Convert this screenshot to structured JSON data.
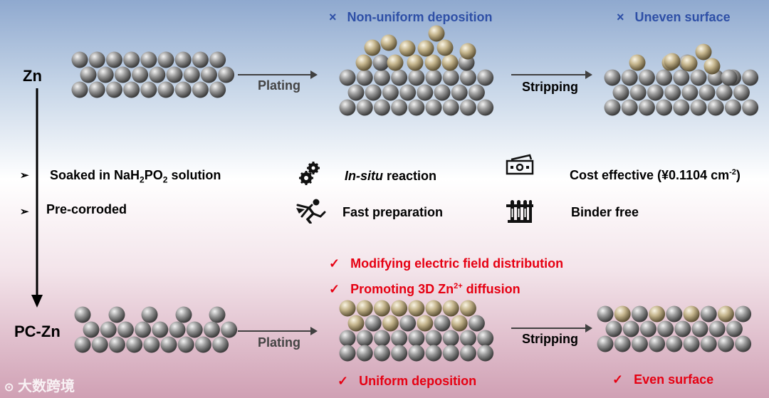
{
  "labels": {
    "zn": "Zn",
    "pc_zn": "PC-Zn",
    "plating_top": "Plating",
    "stripping_top": "Stripping",
    "plating_bottom": "Plating",
    "stripping_bottom": "Stripping"
  },
  "problems": {
    "mark": "×",
    "nonuniform": "Non-uniform deposition",
    "uneven": "Uneven surface"
  },
  "steps": {
    "bullet": "➢",
    "soaked_prefix": "Soaked in NaH",
    "soaked_sub1": "2",
    "soaked_mid": "PO",
    "soaked_sub2": "2",
    "soaked_suffix": " solution",
    "precorroded": "Pre-corroded"
  },
  "features": {
    "insitu_italic": "In-situ",
    "insitu_rest": " reaction",
    "fast": "Fast preparation",
    "cost_prefix": "Cost effective (¥0.1104 cm",
    "cost_sup": "-2",
    "cost_suffix": ")",
    "binder": "Binder free"
  },
  "benefits": {
    "mark": "✓",
    "modifying": "Modifying electric field distribution",
    "promoting_prefix": "Promoting 3D Zn",
    "promoting_sup": "2+",
    "promoting_suffix": " diffusion",
    "uniform": "Uniform deposition",
    "even": "Even surface"
  },
  "watermark": "大数跨境",
  "icons": [
    "gears-icon",
    "runner-icon",
    "cash-icon",
    "test-tubes-icon"
  ],
  "colors": {
    "problem_blue": "#2e4fa6",
    "benefit_red": "#e60012",
    "zn_sphere": "#8a8a8a",
    "deposit_sphere": "#b8a882"
  }
}
